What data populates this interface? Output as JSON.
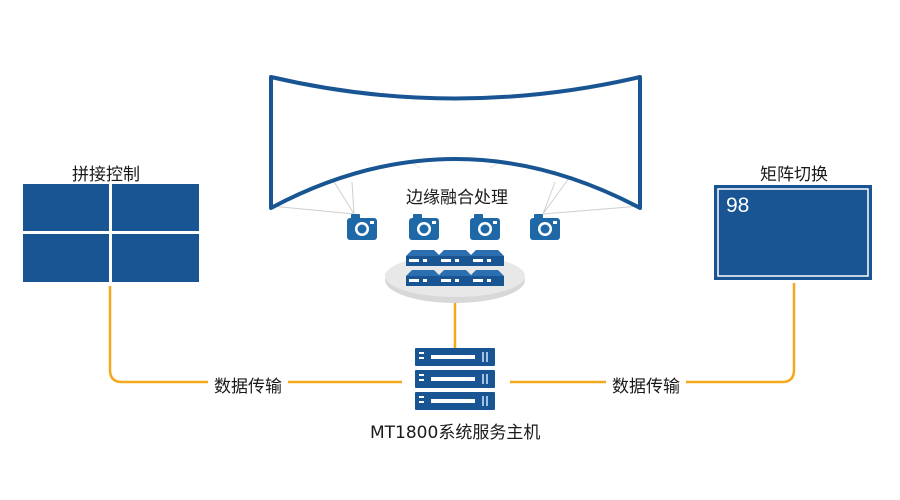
{
  "labels": {
    "splice_control": "拼接控制",
    "edge_blending": "边缘融合处理",
    "matrix_switch": "矩阵切换",
    "matrix_screen_value": "98",
    "data_transfer_left": "数据传输",
    "data_transfer_right": "数据传输",
    "host_server": "MT1800系统服务主机"
  },
  "colors": {
    "primary_blue": "#185592",
    "line_orange": "#f4a81d",
    "projector_blue": "#1f68a8",
    "beam_gray": "#cfcfcf",
    "platform_gray": "#d8d8d8"
  },
  "icons": {
    "camera": "projector-camera-icon",
    "server": "server-rack-icon"
  }
}
